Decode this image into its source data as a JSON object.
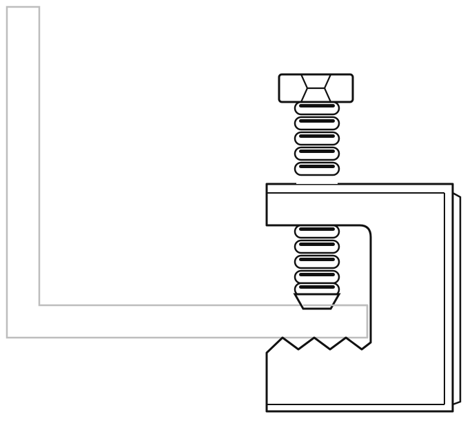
{
  "diagram": {
    "subject": "beam-clamp-assembly",
    "parts": [
      "angle-beam-flange",
      "c-clamp-body",
      "hex-head-bolt",
      "bolt-thread",
      "serrated-jaw"
    ],
    "colors": {
      "background": "#ffffff",
      "ink": "#111111",
      "beam": "#bdbdbd",
      "thread-shade": "#d9d9d9"
    }
  }
}
